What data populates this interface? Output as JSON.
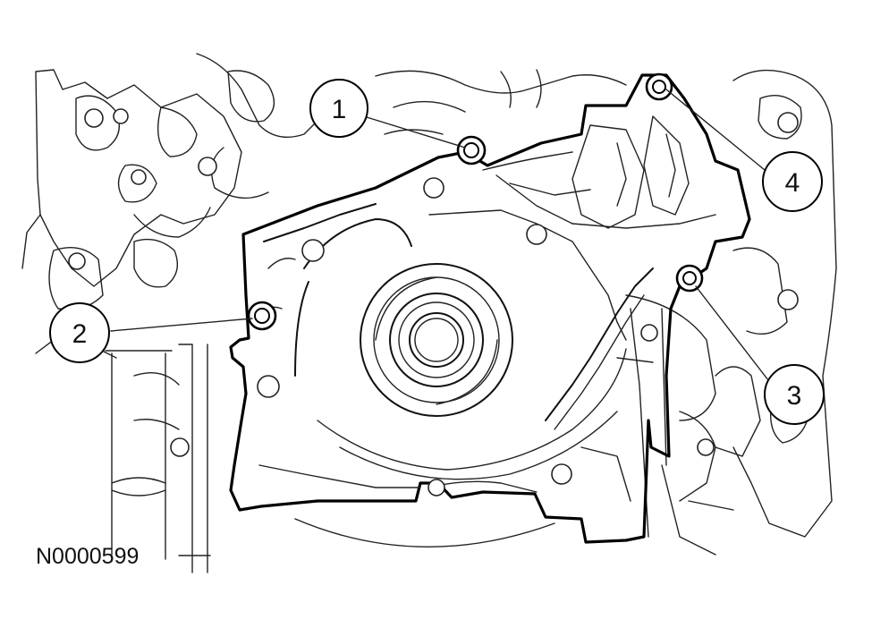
{
  "diagram": {
    "reference_code": "N0000599",
    "callouts": [
      {
        "id": "1",
        "label": "1"
      },
      {
        "id": "2",
        "label": "2"
      },
      {
        "id": "3",
        "label": "3"
      },
      {
        "id": "4",
        "label": "4"
      }
    ],
    "colors": {
      "ink": "#111111",
      "background": "#ffffff"
    }
  }
}
